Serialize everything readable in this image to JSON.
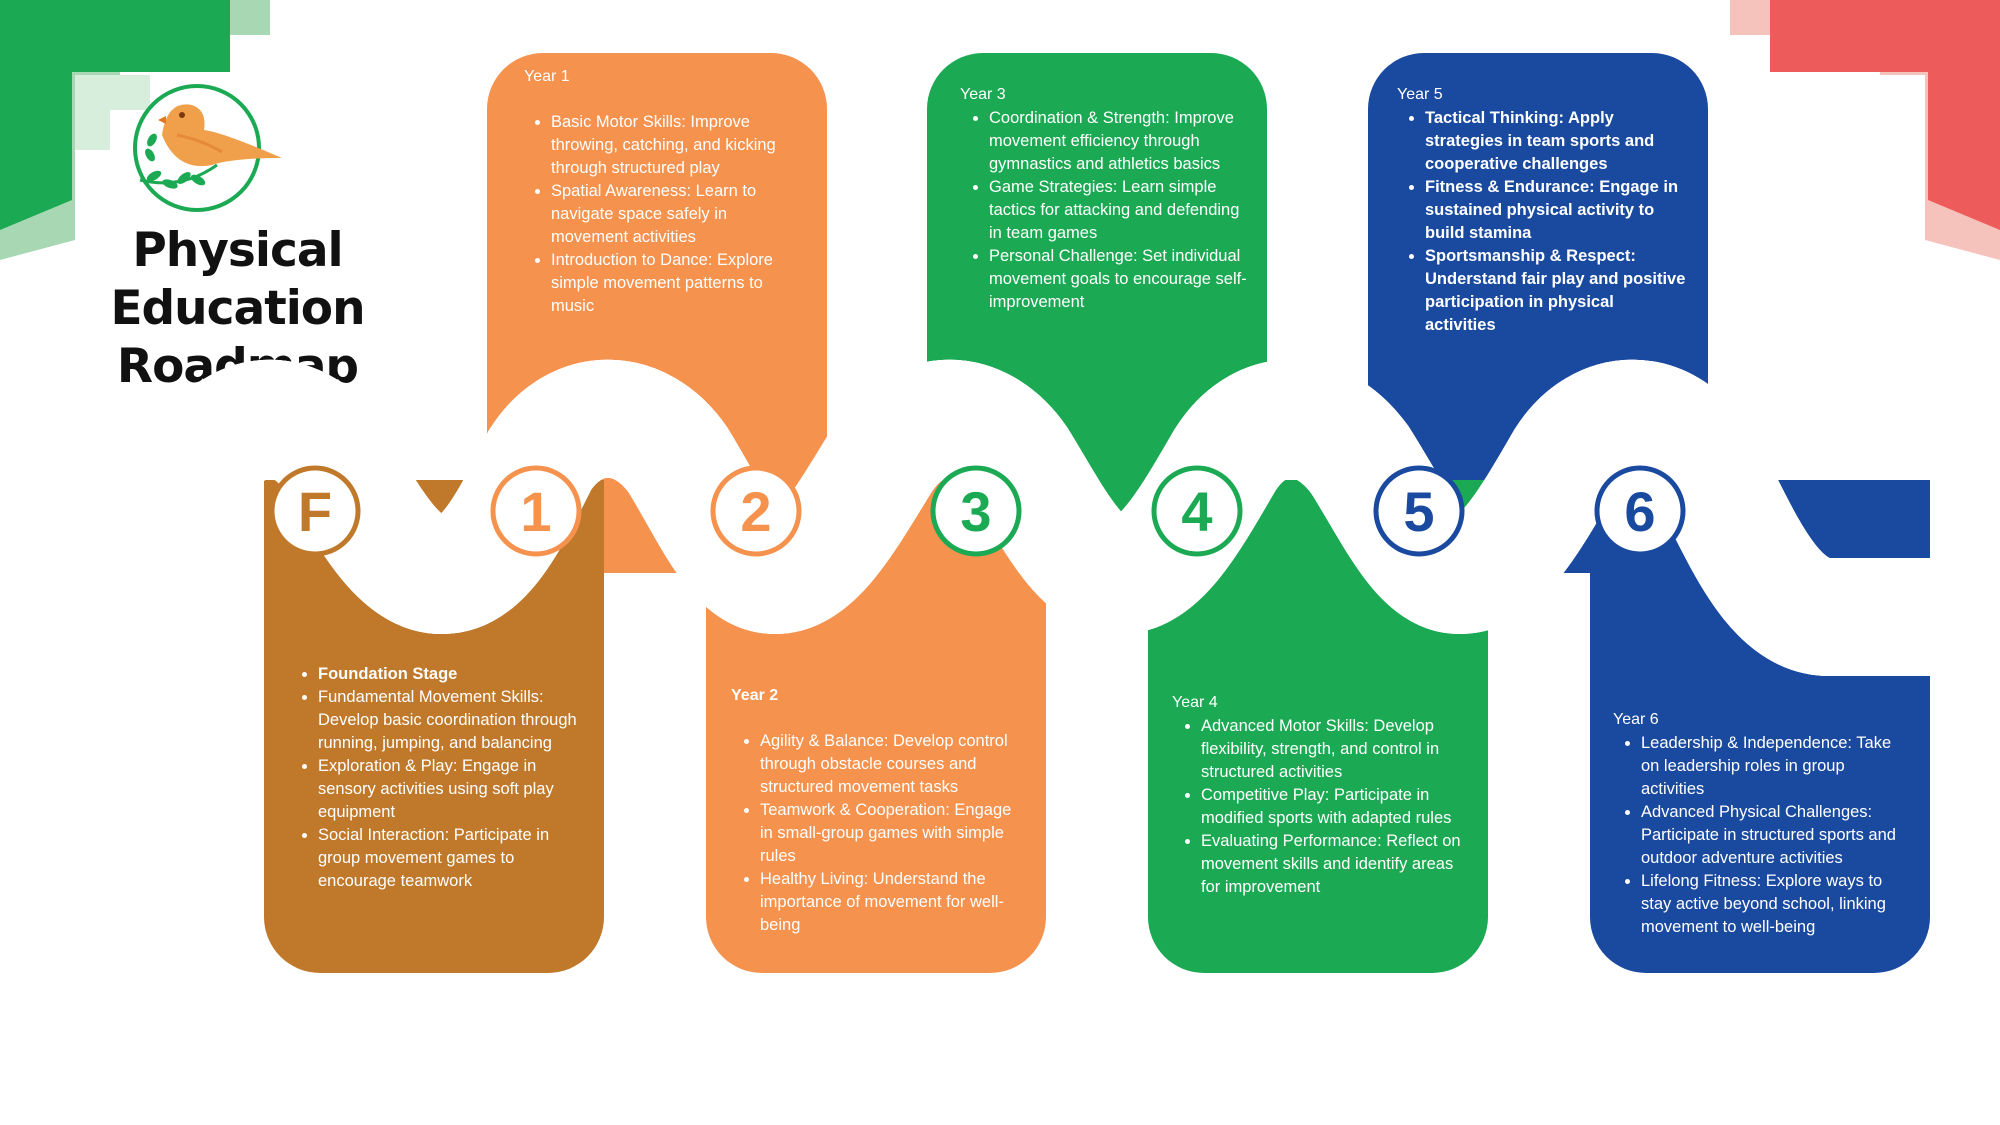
{
  "title": {
    "line1": "Physical Education",
    "line2": "Roadmap"
  },
  "colors": {
    "orange": "#F5924E",
    "brown": "#C0792B",
    "green": "#1BAA53",
    "blue": "#1A4A9F",
    "road": "#4D4D4D",
    "corner_green": "#1BAA53",
    "corner_red": "#EE5B5B"
  },
  "markers": [
    "F",
    "1",
    "2",
    "3",
    "4",
    "5",
    "6"
  ],
  "stages": {
    "f": {
      "items": [
        "Foundation Stage",
        "Fundamental Movement Skills: Develop basic coordination through running, jumping, and balancing",
        "Exploration & Play: Engage in sensory activities using soft play equipment",
        "Social Interaction: Participate in group movement games to encourage teamwork"
      ]
    },
    "y1": {
      "year": "Year 1",
      "items": [
        "Basic Motor Skills: Improve throwing, catching, and kicking through structured play",
        "Spatial Awareness: Learn to navigate space safely in movement activities",
        "Introduction to Dance: Explore simple movement patterns to music"
      ]
    },
    "y2": {
      "year": "Year 2",
      "items": [
        "Agility & Balance: Develop control through obstacle courses and structured movement tasks",
        "Teamwork & Cooperation: Engage in small-group games with simple rules",
        "Healthy Living: Understand the importance of movement for well-being"
      ]
    },
    "y3": {
      "year": "Year 3",
      "items": [
        "Coordination & Strength: Improve movement efficiency through gymnastics and athletics basics",
        "Game Strategies: Learn simple tactics for attacking and defending in team games",
        "Personal Challenge: Set individual movement goals to encourage self-improvement"
      ]
    },
    "y4": {
      "year": "Year 4",
      "items": [
        "Advanced Motor Skills: Develop flexibility, strength, and control in structured activities",
        "Competitive Play: Participate in modified sports with adapted rules",
        "Evaluating Performance: Reflect on movement skills and identify areas for improvement"
      ]
    },
    "y5": {
      "year": "Year 5",
      "items": [
        "Tactical Thinking: Apply strategies in team sports and cooperative challenges",
        "Fitness & Endurance: Engage in sustained physical activity to build stamina",
        "Sportsmanship & Respect: Understand fair play and positive participation in physical activities"
      ]
    },
    "y6": {
      "year": "Year 6",
      "items": [
        "Leadership & Independence: Take on leadership roles in group activities",
        "Advanced Physical Challenges: Participate in structured sports and outdoor adventure activities",
        "Lifelong Fitness: Explore ways to stay active beyond school, linking movement to well-being"
      ]
    }
  }
}
